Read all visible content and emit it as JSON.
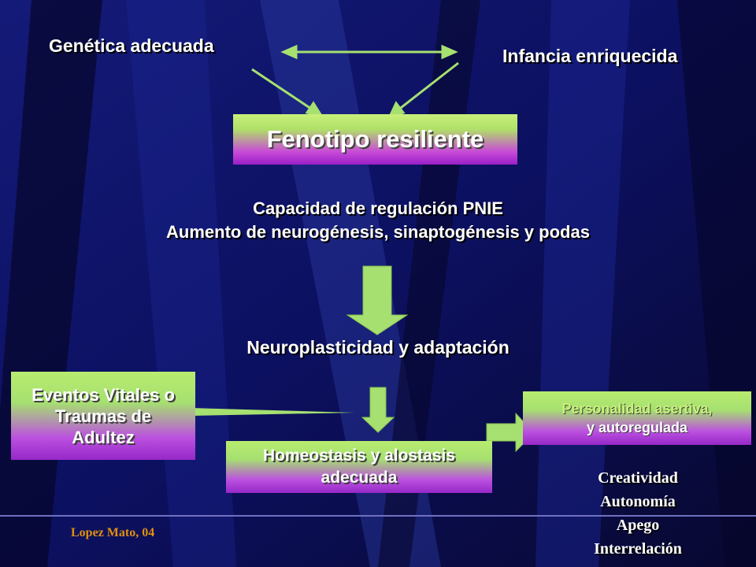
{
  "nodes": {
    "genetica": "Genética adecuada",
    "infancia": "Infancia enriquecida",
    "fenotipo": "Fenotipo resiliente",
    "capacidad_line1": "Capacidad de regulación PNIE",
    "capacidad_line2": "Aumento de neurogénesis, sinaptogénesis y podas",
    "neuroplasticidad": "Neuroplasticidad y adaptación",
    "eventos_line1": "Eventos Vitales o",
    "eventos_line2": "Traumas de",
    "eventos_line3": "Adultez",
    "homeostasis_line1": "Homeostasis y alostasis",
    "homeostasis_line2": "adecuada",
    "personalidad_line1": "Personalidad asertiva,",
    "personalidad_line2": "y autoregulada",
    "traits": [
      "Creatividad",
      "Autonomía",
      "Apego",
      "Interrelación"
    ],
    "citation": "Lopez Mato, 04"
  },
  "colors": {
    "background": "#0a0a40",
    "arrow": "#a6e070",
    "box_text": "#ffffff",
    "personality_text": "#2020d0",
    "citation": "#e09010"
  }
}
